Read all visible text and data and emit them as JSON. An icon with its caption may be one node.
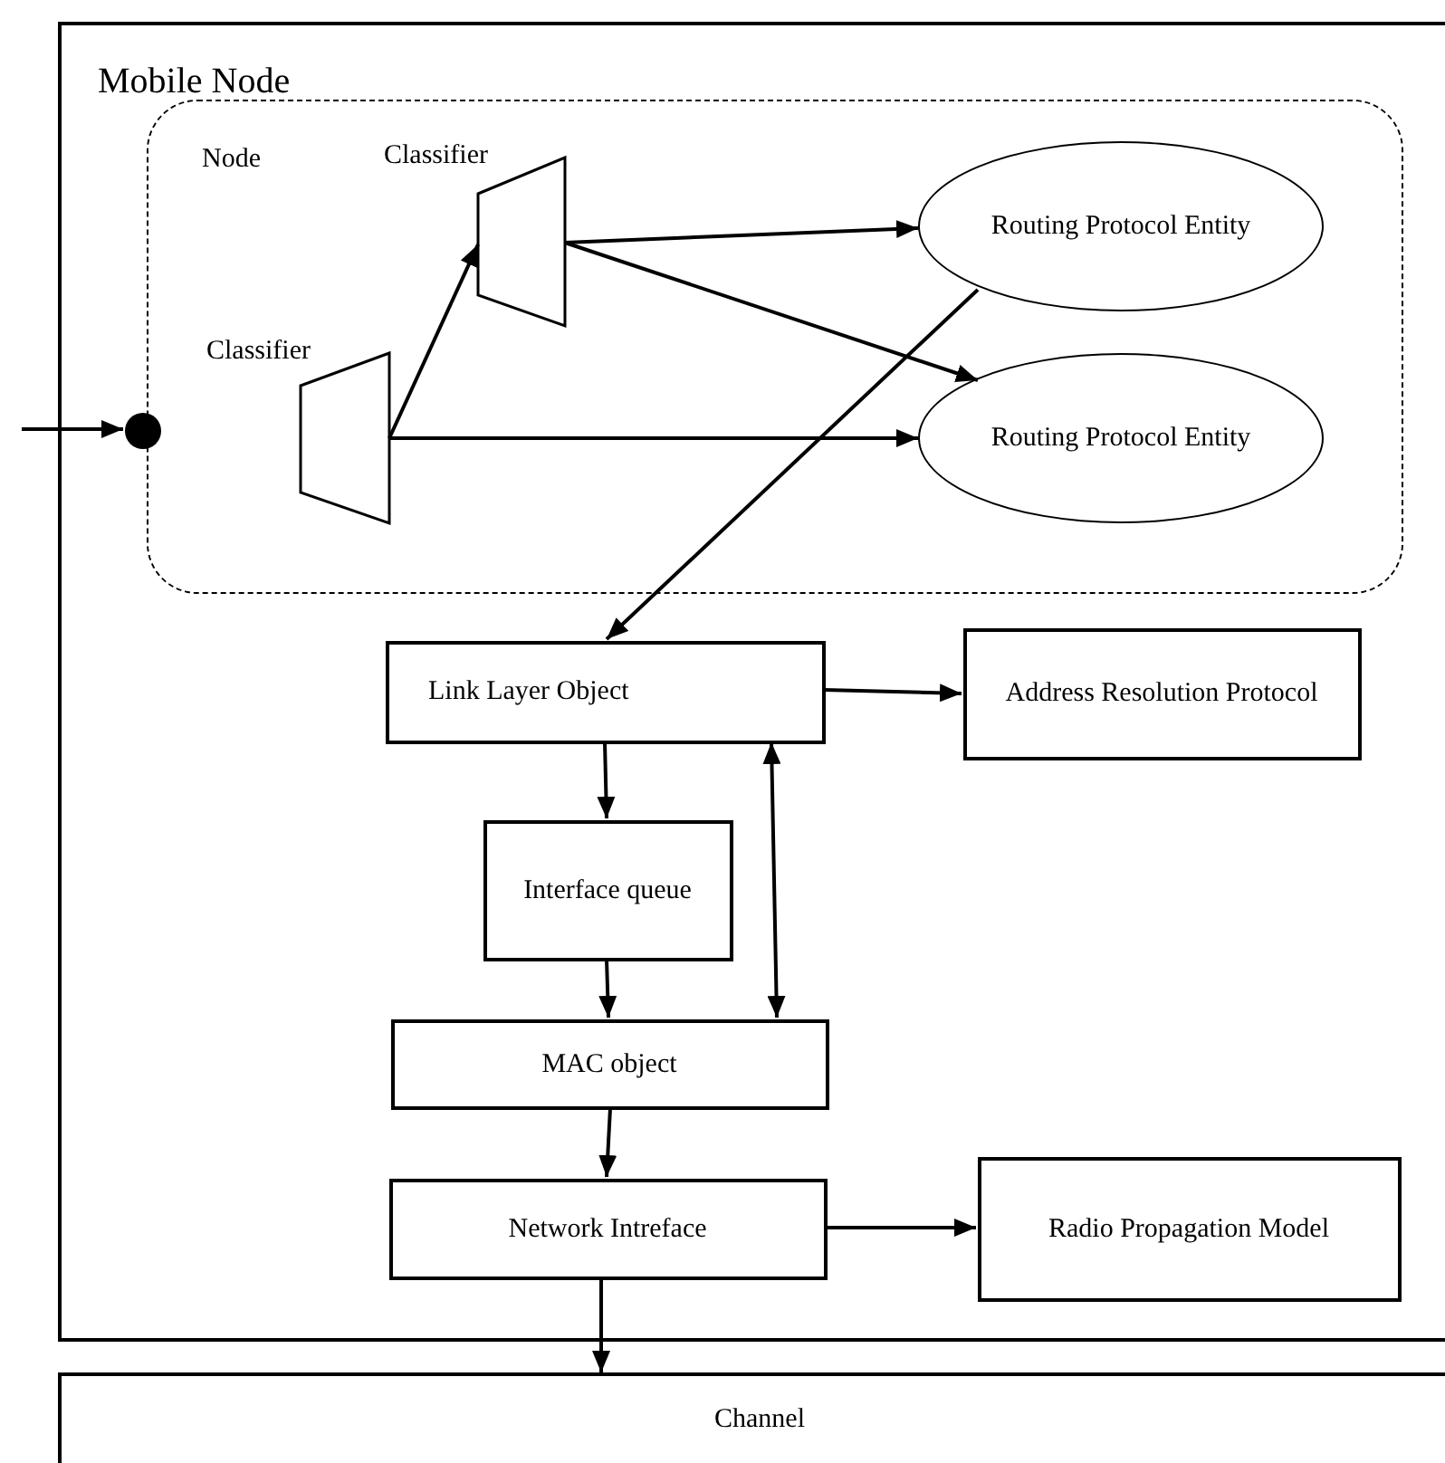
{
  "diagram": {
    "nodes": [
      {
        "text": [
          "Mobile Node"
        ]
      },
      {
        "text": [
          "Node"
        ],
        "in": 0
      },
      {
        "text": [],
        "shape": "circle",
        "in": 0
      },
      {
        "text": [
          "Classifier"
        ],
        "in": 1
      },
      {
        "text": [
          "Classifier"
        ],
        "in": 1
      },
      {
        "text": [
          "Routing Protocol Entity"
        ],
        "in": 1
      },
      {
        "text": [
          "Routing Protocol Entity"
        ],
        "in": 1
      },
      {
        "text": [
          "Link Layer Object"
        ],
        "in": 0
      },
      {
        "text": [
          "Address Resolution Protocol"
        ],
        "in": 0
      },
      {
        "text": [
          "Interface queue"
        ],
        "in": 0
      },
      {
        "text": [
          "MAC object"
        ],
        "in": 0
      },
      {
        "text": [
          "Network Intreface"
        ],
        "in": 0
      },
      {
        "text": [
          "Radio Propagation Model"
        ],
        "in": 0
      },
      {
        "text": [
          "Channel"
        ]
      }
    ],
    "edges": [
      {
        "from": null,
        "to": 2,
        "arrow": "to"
      },
      {
        "from": 3,
        "to": 4,
        "arrow": "to"
      },
      {
        "from": 4,
        "to": 5,
        "arrow": "to"
      },
      {
        "from": 4,
        "to": 6,
        "arrow": "to"
      },
      {
        "from": 3,
        "to": 6,
        "arrow": "to"
      },
      {
        "from": 5,
        "to": 7,
        "arrow": "to"
      },
      {
        "from": 7,
        "to": 8,
        "arrow": "to"
      },
      {
        "from": 7,
        "to": 9,
        "arrow": "to"
      },
      {
        "from": 9,
        "to": 10,
        "arrow": "to"
      },
      {
        "from": 7,
        "to": 10,
        "arrow": "both"
      },
      {
        "from": 10,
        "to": 11,
        "arrow": "to"
      },
      {
        "from": 11,
        "to": 12,
        "arrow": "to"
      },
      {
        "from": 11,
        "to": 13,
        "arrow": "to"
      }
    ]
  }
}
